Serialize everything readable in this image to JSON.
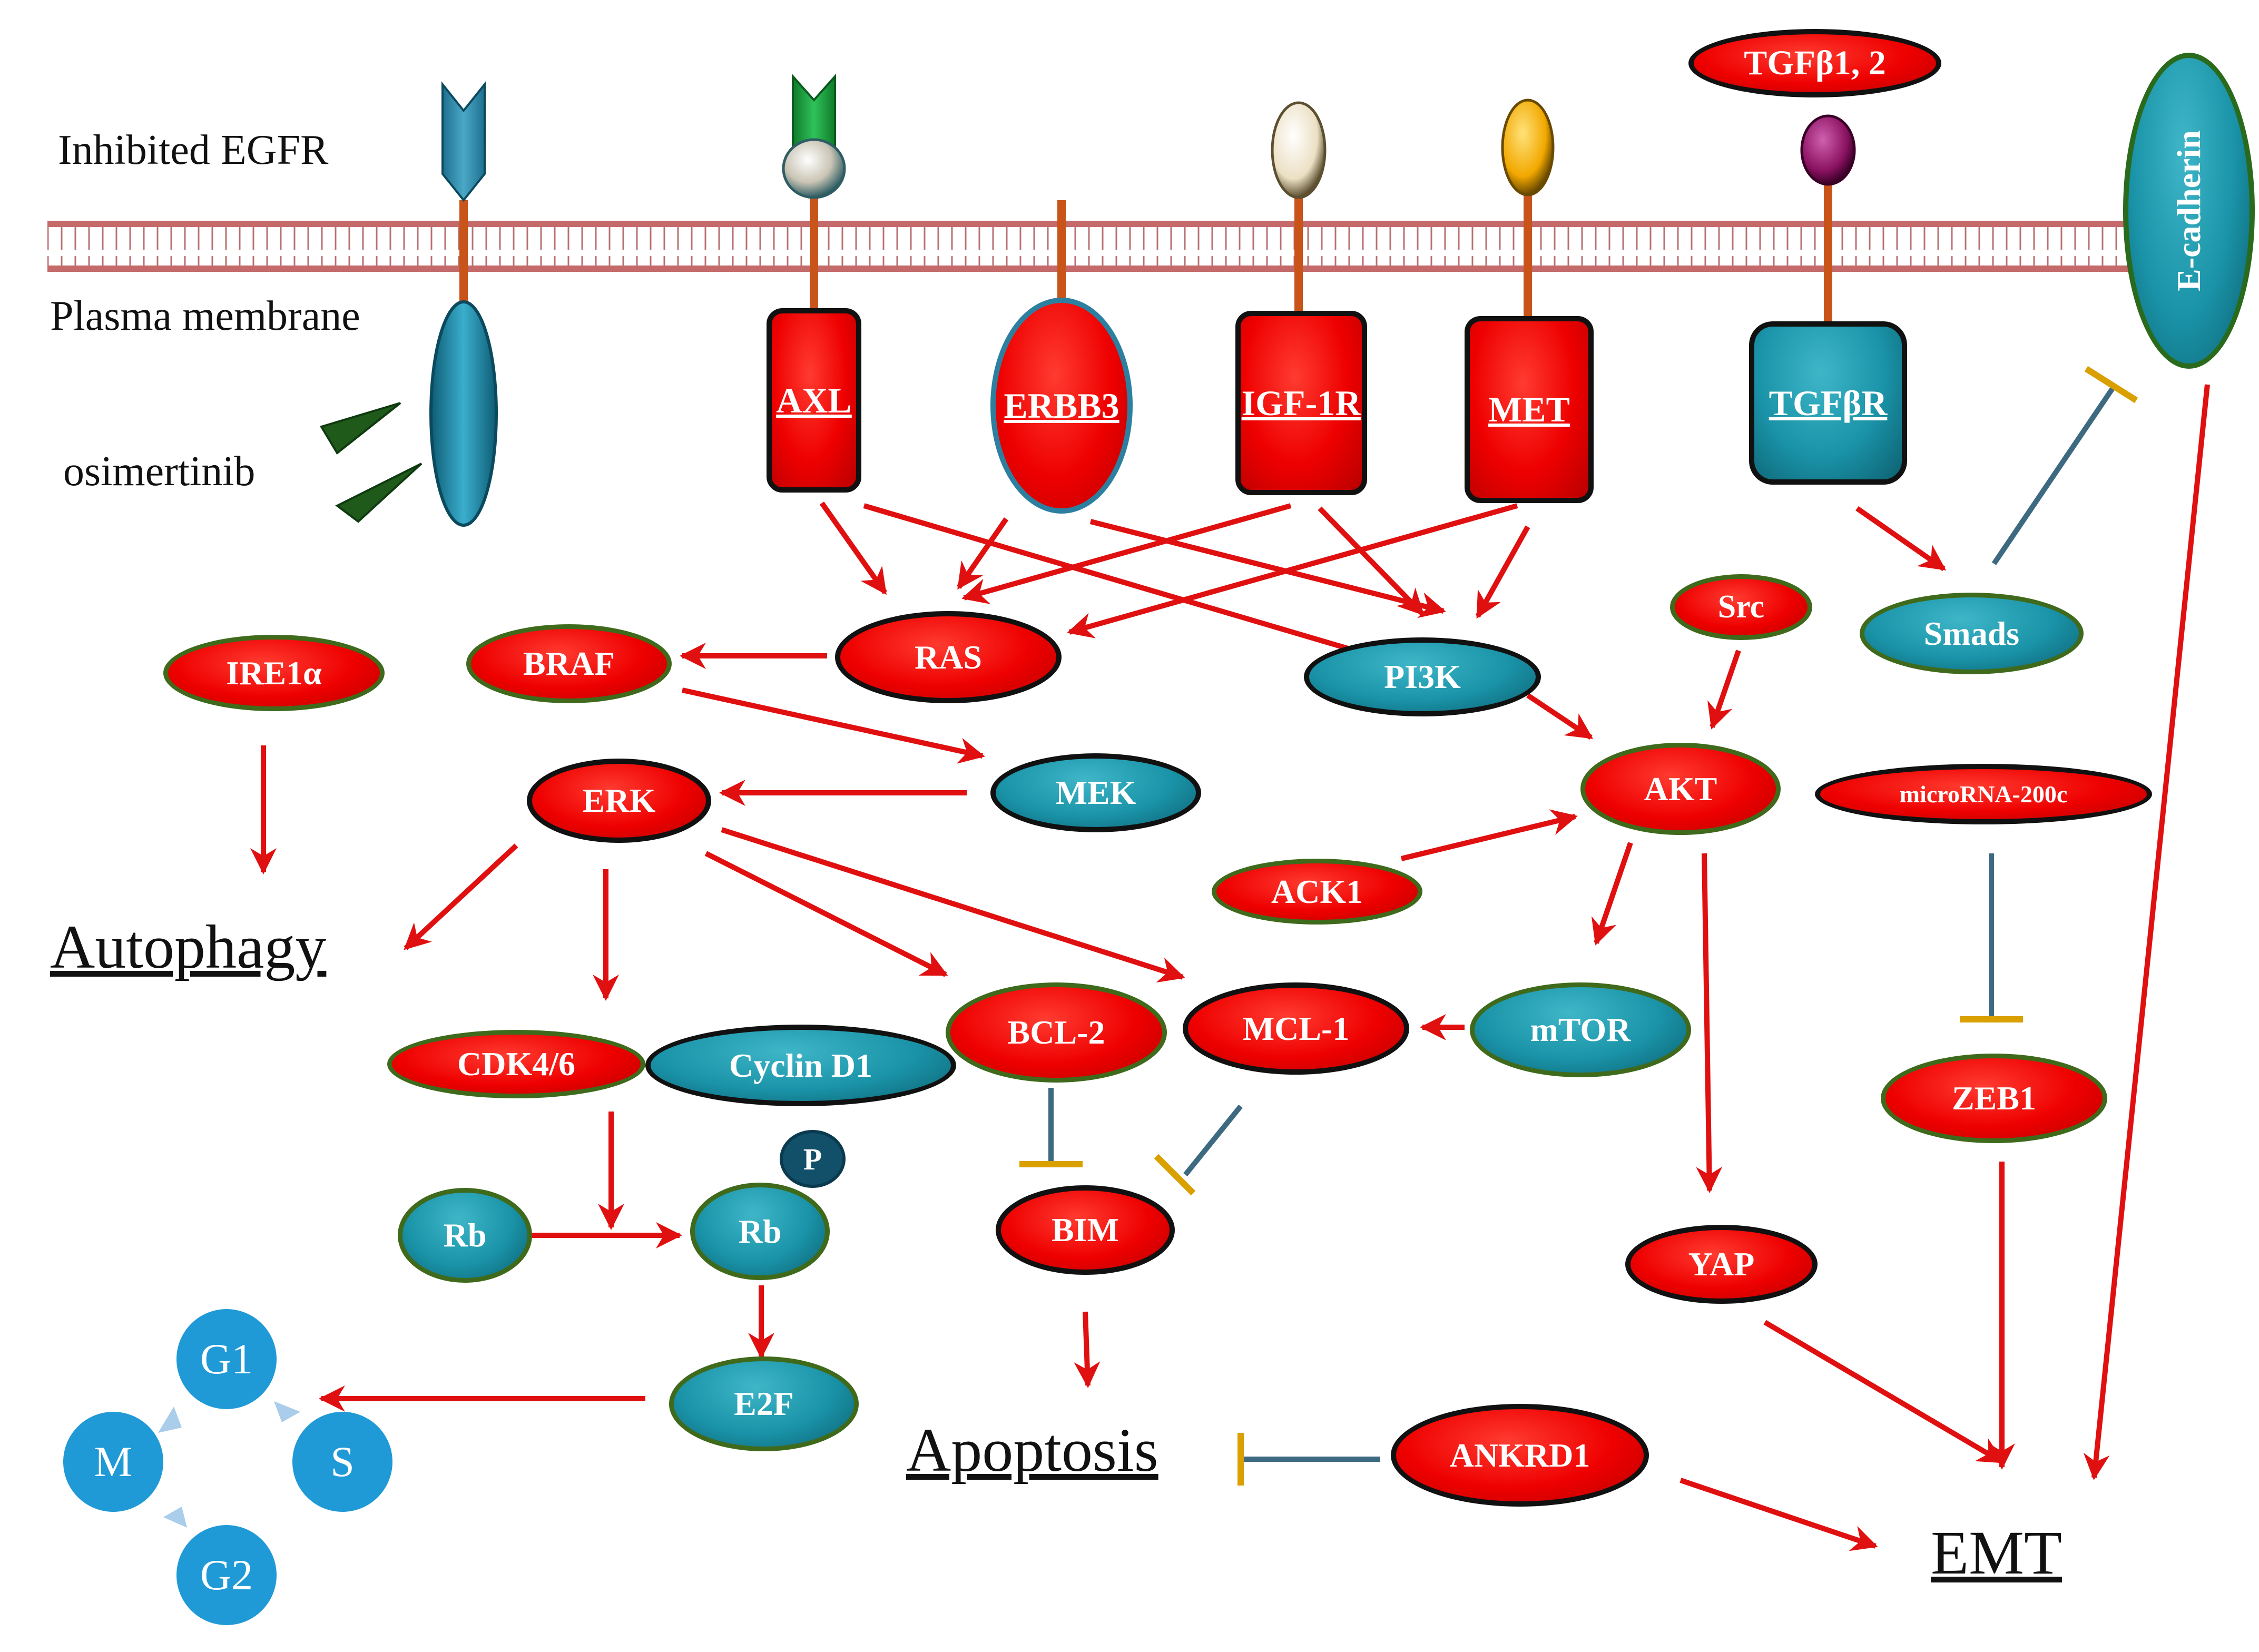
{
  "labels": {
    "inhibited_egfr": "Inhibited EGFR",
    "plasma_membrane": "Plasma membrane",
    "osimertinib": "osimertinib",
    "autophagy": "Autophagy",
    "apoptosis": "Apoptosis",
    "emt": "EMT"
  },
  "receptors": {
    "axl": "AXL",
    "erbb3": "ERBB3",
    "igf1r": "IGF-1R",
    "met": "MET",
    "tgfbr": "TGFβR",
    "tgfb_ligand": "TGFβ1, 2",
    "ecadherin": "E-cadherin"
  },
  "nodes": {
    "ire1a": "IRE1α",
    "braf": "BRAF",
    "ras": "RAS",
    "pi3k": "PI3K",
    "src": "Src",
    "smads": "Smads",
    "erk": "ERK",
    "mek": "MEK",
    "akt": "AKT",
    "microrna200c": "microRNA-200c",
    "ack1": "ACK1",
    "cdk46": "CDK4/6",
    "cyclind1": "Cyclin D1",
    "bcl2": "BCL-2",
    "mcl1": "MCL-1",
    "mtor": "mTOR",
    "zeb1": "ZEB1",
    "rb": "Rb",
    "rb_p": "Rb",
    "phospho": "P",
    "bim": "BIM",
    "yap": "YAP",
    "e2f": "E2F",
    "ankrd1": "ANKRD1"
  },
  "cell_cycle": {
    "g1": "G1",
    "s": "S",
    "g2": "G2",
    "m": "M"
  },
  "colors": {
    "activating_arrow": "#e01010",
    "inhibition_line": "#3d6a80",
    "inhibition_bar": "#d9a000",
    "red_node": "#ee0000",
    "teal_node": "#1a93a8",
    "cycle_node": "#1f9ad6"
  }
}
